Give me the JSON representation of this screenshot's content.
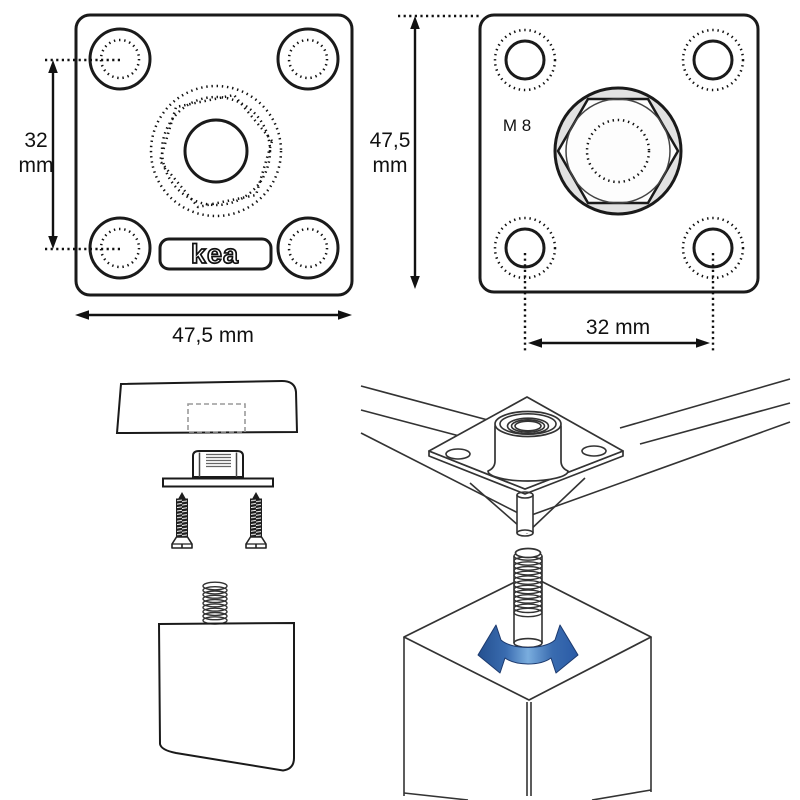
{
  "front_view": {
    "logo": "kea",
    "dim_hole_spacing_vertical": {
      "value": "32",
      "unit": "mm"
    },
    "dim_plate_width": "47,5 mm"
  },
  "back_view": {
    "thread_label": "M 8",
    "dim_plate_height": {
      "value": "47,5",
      "unit": "mm"
    },
    "dim_hole_spacing_horizontal": "32 mm"
  },
  "colors": {
    "line": "#1a1a1a",
    "hex_washer_fill": "#e2e2e2",
    "dashed_recess": "#9a9a9a",
    "rotation_arrow_dark": "#24508f",
    "rotation_arrow_light": "#7aadde"
  },
  "icons": {
    "rotation_arrow": "rotation-arrow"
  }
}
